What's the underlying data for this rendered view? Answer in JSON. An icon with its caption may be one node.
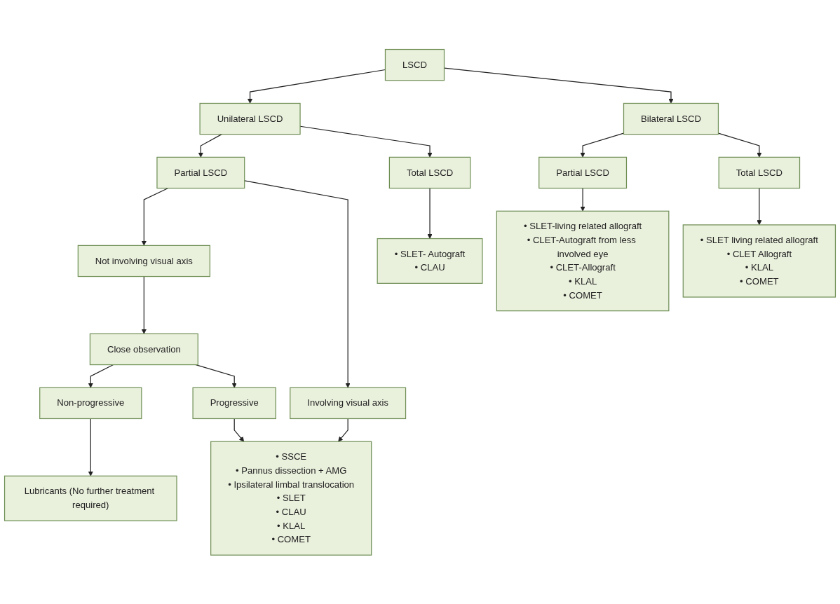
{
  "diagram": {
    "nodes": [
      {
        "text": [
          "LSCD"
        ]
      },
      {
        "text": [
          "Unilateral LSCD"
        ]
      },
      {
        "text": [
          "Bilateral LSCD"
        ]
      },
      {
        "text": [
          "Partial LSCD"
        ]
      },
      {
        "text": [
          "Total LSCD"
        ]
      },
      {
        "text": [
          "Partial LSCD"
        ]
      },
      {
        "text": [
          "Total LSCD"
        ]
      },
      {
        "text": [
          "Not involving visual axis"
        ]
      },
      {
        "text": [
          "Involving visual axis"
        ]
      },
      {
        "text": [
          "• SLET- Autograft",
          "• CLAU"
        ]
      },
      {
        "text": [
          "• SLET-living related allograft",
          "• CLET-Autograft from less involved eye",
          "• CLET-Allograft",
          "• KLAL",
          "• COMET"
        ]
      },
      {
        "text": [
          "• SLET living related allograft",
          "• CLET Allograft",
          "• KLAL",
          "• COMET"
        ]
      },
      {
        "text": [
          "Close observation"
        ]
      },
      {
        "text": [
          "Non-progressive"
        ]
      },
      {
        "text": [
          "Progressive"
        ]
      },
      {
        "text": [
          "Lubricants (No further treatment required)"
        ]
      },
      {
        "text": [
          "• SSCE",
          "• Pannus dissection + AMG",
          "• Ipsilateral limbal translocation",
          "• SLET",
          "• CLAU",
          "• KLAL",
          "• COMET"
        ]
      }
    ],
    "edges": [
      {
        "from": 0,
        "to": 1,
        "arrow": "to"
      },
      {
        "from": 0,
        "to": 2,
        "arrow": "to"
      },
      {
        "from": 1,
        "to": 3,
        "arrow": "to"
      },
      {
        "from": 1,
        "to": 4,
        "arrow": "to"
      },
      {
        "from": 2,
        "to": 5,
        "arrow": "to"
      },
      {
        "from": 2,
        "to": 6,
        "arrow": "to"
      },
      {
        "from": 3,
        "to": 7,
        "arrow": "to"
      },
      {
        "from": 3,
        "to": 8,
        "arrow": "to"
      },
      {
        "from": 4,
        "to": 9,
        "arrow": "to"
      },
      {
        "from": 5,
        "to": 10,
        "arrow": "to"
      },
      {
        "from": 6,
        "to": 11,
        "arrow": "to"
      },
      {
        "from": 7,
        "to": 12,
        "arrow": "to"
      },
      {
        "from": 8,
        "to": 16,
        "arrow": "to"
      },
      {
        "from": 12,
        "to": 13,
        "arrow": "to"
      },
      {
        "from": 12,
        "to": 14,
        "arrow": "to"
      },
      {
        "from": 13,
        "to": 15,
        "arrow": "to"
      },
      {
        "from": 14,
        "to": 16,
        "arrow": "to"
      }
    ]
  }
}
